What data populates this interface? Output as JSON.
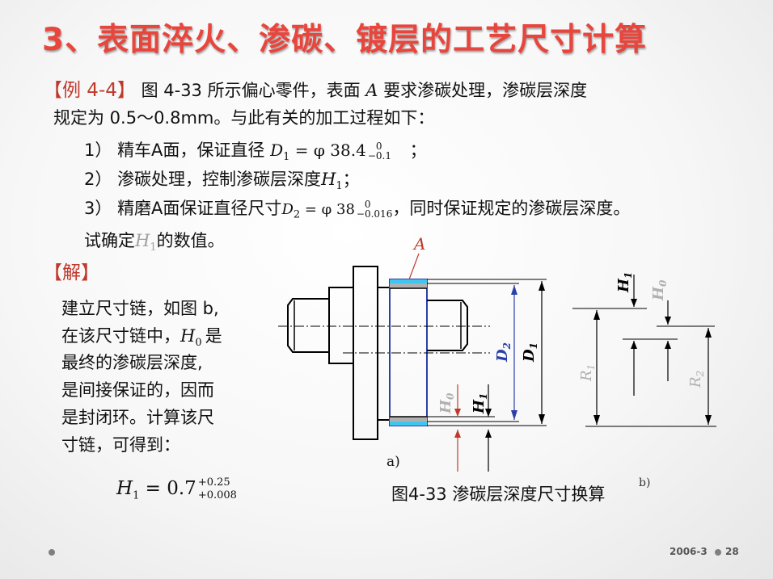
{
  "title": "3、表面淬火、渗碳、镀层的工艺尺寸计算",
  "example": {
    "label": "【例 4-4】",
    "line1_a": "图 4-33 所示偏心零件，表面",
    "line1_var": "A",
    "line1_b": "要求渗碳处理，渗碳层深度",
    "line2": "规定为 0.5～0.8mm。与此有关的加工过程如下："
  },
  "steps": [
    {
      "num": "1）",
      "text": "精车A面，保证直径",
      "formula_main": "D",
      "formula_sub": "1",
      "formula_eq": " = φ 38.4",
      "tol_upper": "0",
      "tol_lower": "−0.1",
      "tail": "；"
    },
    {
      "num": "2）",
      "text": "渗碳处理，控制渗碳层深度",
      "var": "H",
      "var_sub": "1",
      "tail": "；"
    },
    {
      "num": "3）",
      "text": "精磨A面保证直径尺寸",
      "formula_main": "D",
      "formula_sub": "2",
      "formula_eq": " = φ 38",
      "tol_upper": "0",
      "tol_lower": "−0.016",
      "tail": "，同时保证规定的渗碳层深度。"
    }
  ],
  "question": {
    "a": "试确定",
    "var": "H",
    "var_sub": "1",
    "b": "的数值。"
  },
  "solution": {
    "label": "【解】",
    "lines": [
      "建立尺寸链，如图 b,",
      "在该尺寸链中，",
      "最终的渗碳层深度,",
      "是间接保证的，因而",
      "是封闭环。计算该尺",
      "寸链，可得到："
    ],
    "line2_var": "H",
    "line2_sub": "0",
    "line2_tail": "是",
    "result_var": "H",
    "result_sub": "1",
    "result_eq": " = 0.7",
    "result_upper": "+0.25",
    "result_lower": "+0.008"
  },
  "figure": {
    "label_A": "A",
    "label_D2": "D",
    "label_D2_sub": "2",
    "label_D1": "D",
    "label_D1_sub": "1",
    "label_H0": "H",
    "label_H0_sub": "0",
    "label_H1": "H",
    "label_H1_sub": "1",
    "label_R1": "R",
    "label_R1_sub": "1",
    "label_R2": "R",
    "label_R2_sub": "2",
    "sub_a": "a)",
    "caption": "图4-33  渗碳层深度尺寸换算",
    "caption_mark": "b)"
  },
  "footer": {
    "date": "2006-3",
    "page": "28"
  },
  "colors": {
    "title": "#e8453c",
    "label": "#c0392b",
    "blue": "#2b3fa6",
    "cyan": "#3fc6f0"
  }
}
